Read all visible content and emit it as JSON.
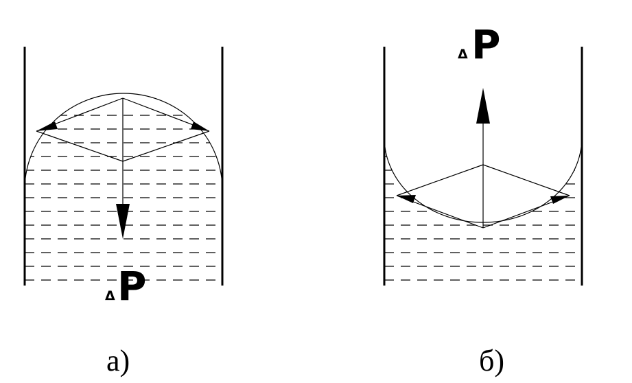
{
  "panel_a": {
    "caption": "а)",
    "force_label": {
      "delta": "Δ",
      "letter": "P"
    },
    "force_direction": "down",
    "meniscus": "convex"
  },
  "panel_b": {
    "caption": "б)",
    "force_label": {
      "delta": "Δ",
      "letter": "P"
    },
    "force_direction": "up",
    "meniscus": "concave"
  }
}
